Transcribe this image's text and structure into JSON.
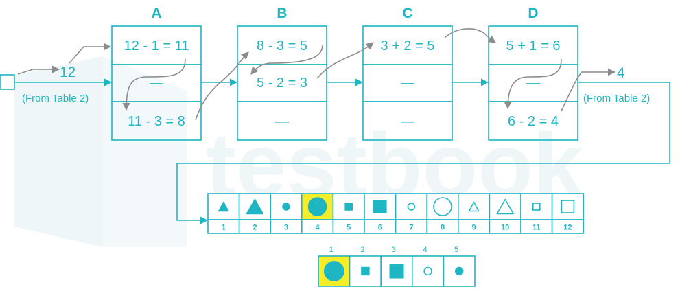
{
  "start_note": "(From Table 2)",
  "start_value": "12",
  "end_value": "4",
  "end_note": "(From Table 2)",
  "watermark": "testbook",
  "columns": [
    {
      "header": "A",
      "cells": [
        "12 - 1 = 11",
        "—",
        "11 - 3 = 8"
      ],
      "blank_mark": ""
    },
    {
      "header": "B",
      "cells": [
        "8 - 3 = 5",
        "5 - 2 = 3",
        ""
      ],
      "blank_mark": "—"
    },
    {
      "header": "C",
      "cells": [
        "3 + 2 = 5",
        "",
        ""
      ],
      "blank_mark": "—"
    },
    {
      "header": "D",
      "cells": [
        "5 + 1 = 6",
        "—",
        "6 - 2 = 4"
      ],
      "blank_mark": ""
    }
  ],
  "symbol_row": [
    {
      "label": "1",
      "shape": "triangle",
      "size": "small",
      "filled": true,
      "highlight": false
    },
    {
      "label": "2",
      "shape": "triangle",
      "size": "large",
      "filled": true,
      "highlight": false
    },
    {
      "label": "3",
      "shape": "circle",
      "size": "small",
      "filled": true,
      "highlight": false
    },
    {
      "label": "4",
      "shape": "circle",
      "size": "large",
      "filled": true,
      "highlight": true
    },
    {
      "label": "5",
      "shape": "square",
      "size": "small",
      "filled": true,
      "highlight": false
    },
    {
      "label": "6",
      "shape": "square",
      "size": "large",
      "filled": true,
      "highlight": false
    },
    {
      "label": "7",
      "shape": "circle",
      "size": "small",
      "filled": false,
      "highlight": false
    },
    {
      "label": "8",
      "shape": "circle",
      "size": "large",
      "filled": false,
      "highlight": false
    },
    {
      "label": "9",
      "shape": "triangle",
      "size": "small",
      "filled": false,
      "highlight": false
    },
    {
      "label": "10",
      "shape": "triangle",
      "size": "large",
      "filled": false,
      "highlight": false
    },
    {
      "label": "11",
      "shape": "square",
      "size": "small",
      "filled": false,
      "highlight": false
    },
    {
      "label": "12",
      "shape": "square",
      "size": "large",
      "filled": false,
      "highlight": false
    }
  ],
  "answer_row": [
    {
      "label": "1",
      "shape": "circle",
      "size": "large",
      "filled": true,
      "highlight": true
    },
    {
      "label": "2",
      "shape": "square",
      "size": "small",
      "filled": true,
      "highlight": false
    },
    {
      "label": "3",
      "shape": "square",
      "size": "large",
      "filled": true,
      "highlight": false
    },
    {
      "label": "4",
      "shape": "circle",
      "size": "small",
      "filled": false,
      "highlight": false
    },
    {
      "label": "5",
      "shape": "circle",
      "size": "small",
      "filled": true,
      "highlight": false
    }
  ],
  "colors": {
    "accent": "#1fb6c4",
    "highlight": "#f5ed2a",
    "arrow": "#8c8c8c"
  }
}
